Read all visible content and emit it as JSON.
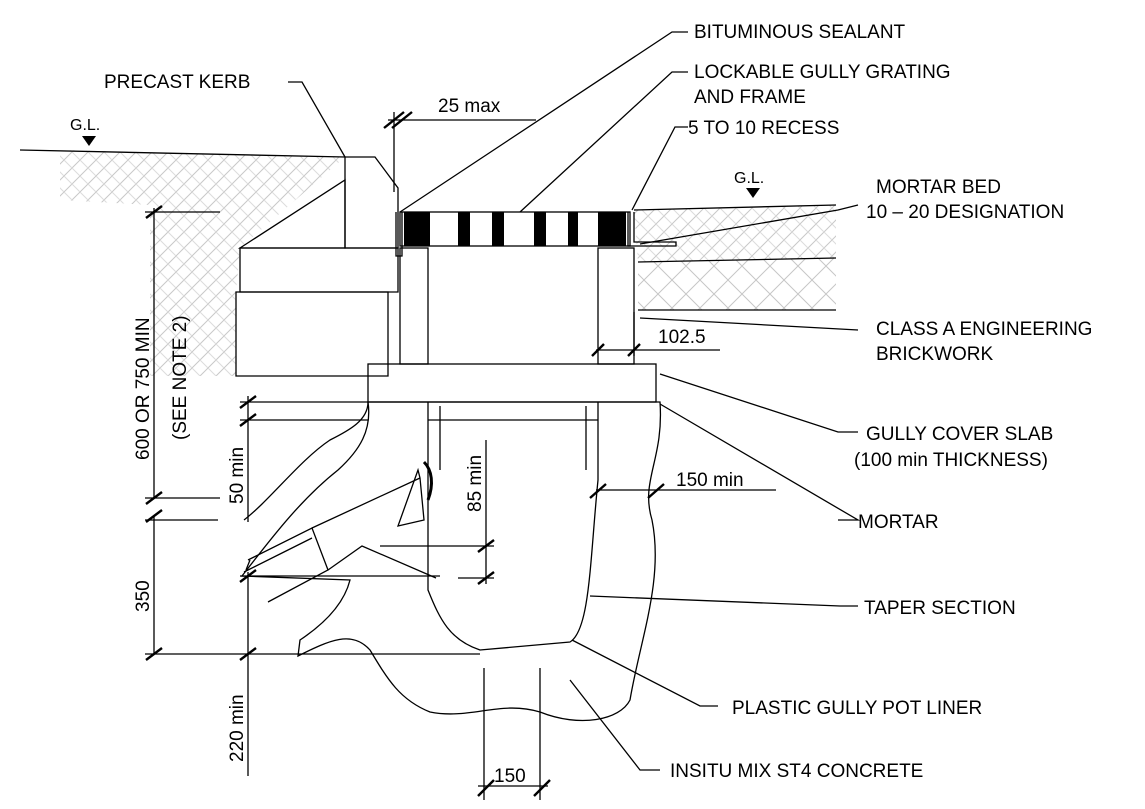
{
  "labels": {
    "precast_kerb": "PRECAST KERB",
    "bituminous_sealant": "BITUMINOUS SEALANT",
    "gully_grating_1": "LOCKABLE GULLY GRATING",
    "gully_grating_2": "AND FRAME",
    "recess": "5 TO 10 RECESS",
    "mortar_bed_1": "MORTAR BED",
    "mortar_bed_2": "10 – 20 DESIGNATION",
    "brickwork_1": "CLASS A ENGINEERING",
    "brickwork_2": "BRICKWORK",
    "cover_slab_1": "GULLY COVER SLAB",
    "cover_slab_2": "(100 min THICKNESS)",
    "mortar": "MORTAR",
    "taper_section": "TAPER SECTION",
    "pot_liner": "PLASTIC GULLY POT LINER",
    "concrete": "INSITU MIX ST4 CONCRETE",
    "gl_left": "G.L.",
    "gl_right": "G.L."
  },
  "dimensions": {
    "kerb_gap": "25 max",
    "brick_width": "102.5",
    "surround": "150 min",
    "depth_1": "600 OR 750 MIN",
    "depth_note": "(SEE NOTE 2)",
    "gap_50": "50 min",
    "outlet_85": "85 min",
    "depth_350": "350",
    "base_220": "220 min",
    "base_width": "150"
  }
}
